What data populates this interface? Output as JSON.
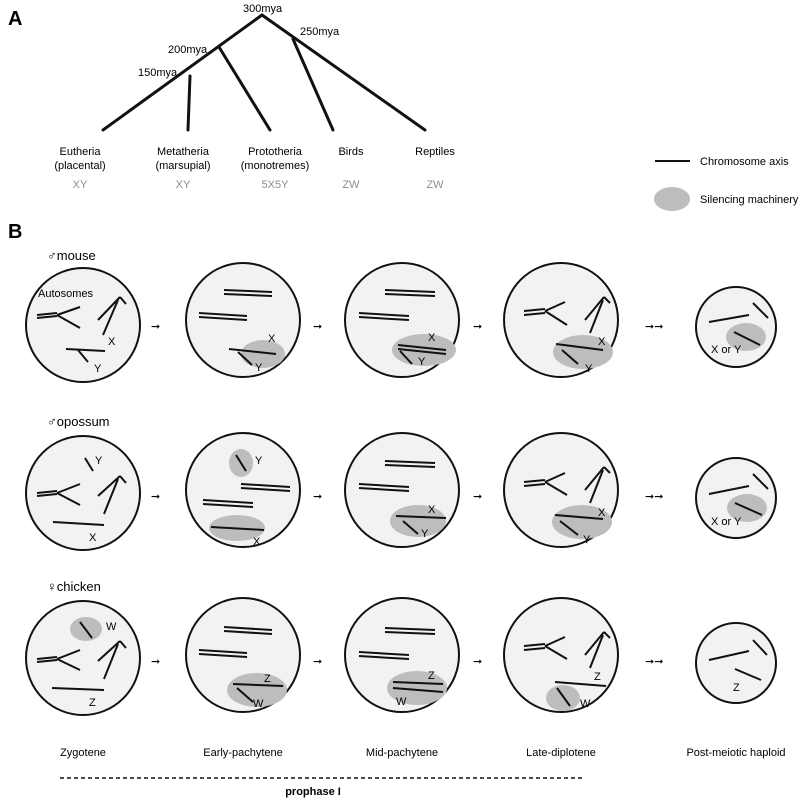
{
  "panel_a": {
    "letter": "A",
    "ages": {
      "root": "300mya",
      "birds_reptiles": "250mya",
      "mammals": "200mya",
      "therians": "150mya"
    },
    "taxa": [
      {
        "name": "Eutheria",
        "sub": "(placental)",
        "sex": "XY"
      },
      {
        "name": "Metatheria",
        "sub": "(marsupial)",
        "sex": "XY"
      },
      {
        "name": "Prototheria",
        "sub": "(monotremes)",
        "sex": "5X5Y"
      },
      {
        "name": "Birds",
        "sub": "",
        "sex": "ZW"
      },
      {
        "name": "Reptiles",
        "sub": "",
        "sex": "ZW"
      }
    ]
  },
  "legend": {
    "axis": "Chromosome axis",
    "silencing": "Silencing machinery"
  },
  "panel_b": {
    "letter": "B",
    "rows": [
      {
        "species": "♂mouse",
        "autosomes_label": "Autosomes",
        "cells": [
          {
            "labels": [
              "X",
              "Y"
            ]
          },
          {
            "labels": [
              "X",
              "Y"
            ]
          },
          {
            "labels": [
              "X",
              "Y"
            ]
          },
          {
            "labels": [
              "X",
              "Y"
            ]
          },
          {
            "labels": [
              "X or Y"
            ]
          }
        ]
      },
      {
        "species": "♂opossum",
        "cells": [
          {
            "labels": [
              "Y",
              "X"
            ]
          },
          {
            "labels": [
              "Y",
              "X"
            ]
          },
          {
            "labels": [
              "X",
              "Y"
            ]
          },
          {
            "labels": [
              "X",
              "Y"
            ]
          },
          {
            "labels": [
              "X or Y"
            ]
          }
        ]
      },
      {
        "species": "♀chicken",
        "cells": [
          {
            "labels": [
              "W",
              "Z"
            ]
          },
          {
            "labels": [
              "Z",
              "W"
            ]
          },
          {
            "labels": [
              "Z",
              "W"
            ]
          },
          {
            "labels": [
              "Z",
              "W"
            ]
          },
          {
            "labels": [
              "Z"
            ]
          }
        ]
      }
    ],
    "stages": [
      "Zygotene",
      "Early-pachytene",
      "Mid-pachytene",
      "Late-diplotene",
      "Post-meiotic haploid"
    ],
    "prophase_label": "prophase I"
  },
  "colors": {
    "cell_fill": "#f2f2f2",
    "silencing": "#bdbdbd",
    "sex_chrom_text": "#8c8c8c"
  }
}
